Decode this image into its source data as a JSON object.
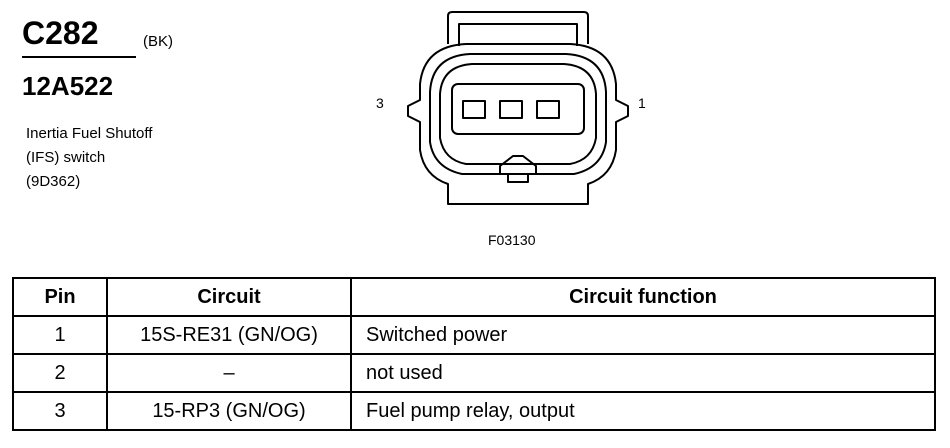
{
  "connector": {
    "id": "C282",
    "color": "(BK)",
    "part_number": "12A522",
    "description_lines": [
      "Inertia Fuel Shutoff",
      "(IFS) switch",
      "(9D362)"
    ]
  },
  "diagram": {
    "pin_label_left": "3",
    "pin_label_right": "1",
    "figure_code": "F03130",
    "terminal_count": 3
  },
  "table": {
    "headers": [
      "Pin",
      "Circuit",
      "Circuit function"
    ],
    "rows": [
      {
        "pin": "1",
        "circuit": "15S-RE31 (GN/OG)",
        "function": "Switched power"
      },
      {
        "pin": "2",
        "circuit": "–",
        "function": "not used"
      },
      {
        "pin": "3",
        "circuit": "15-RP3 (GN/OG)",
        "function": "Fuel pump relay, output"
      }
    ]
  }
}
